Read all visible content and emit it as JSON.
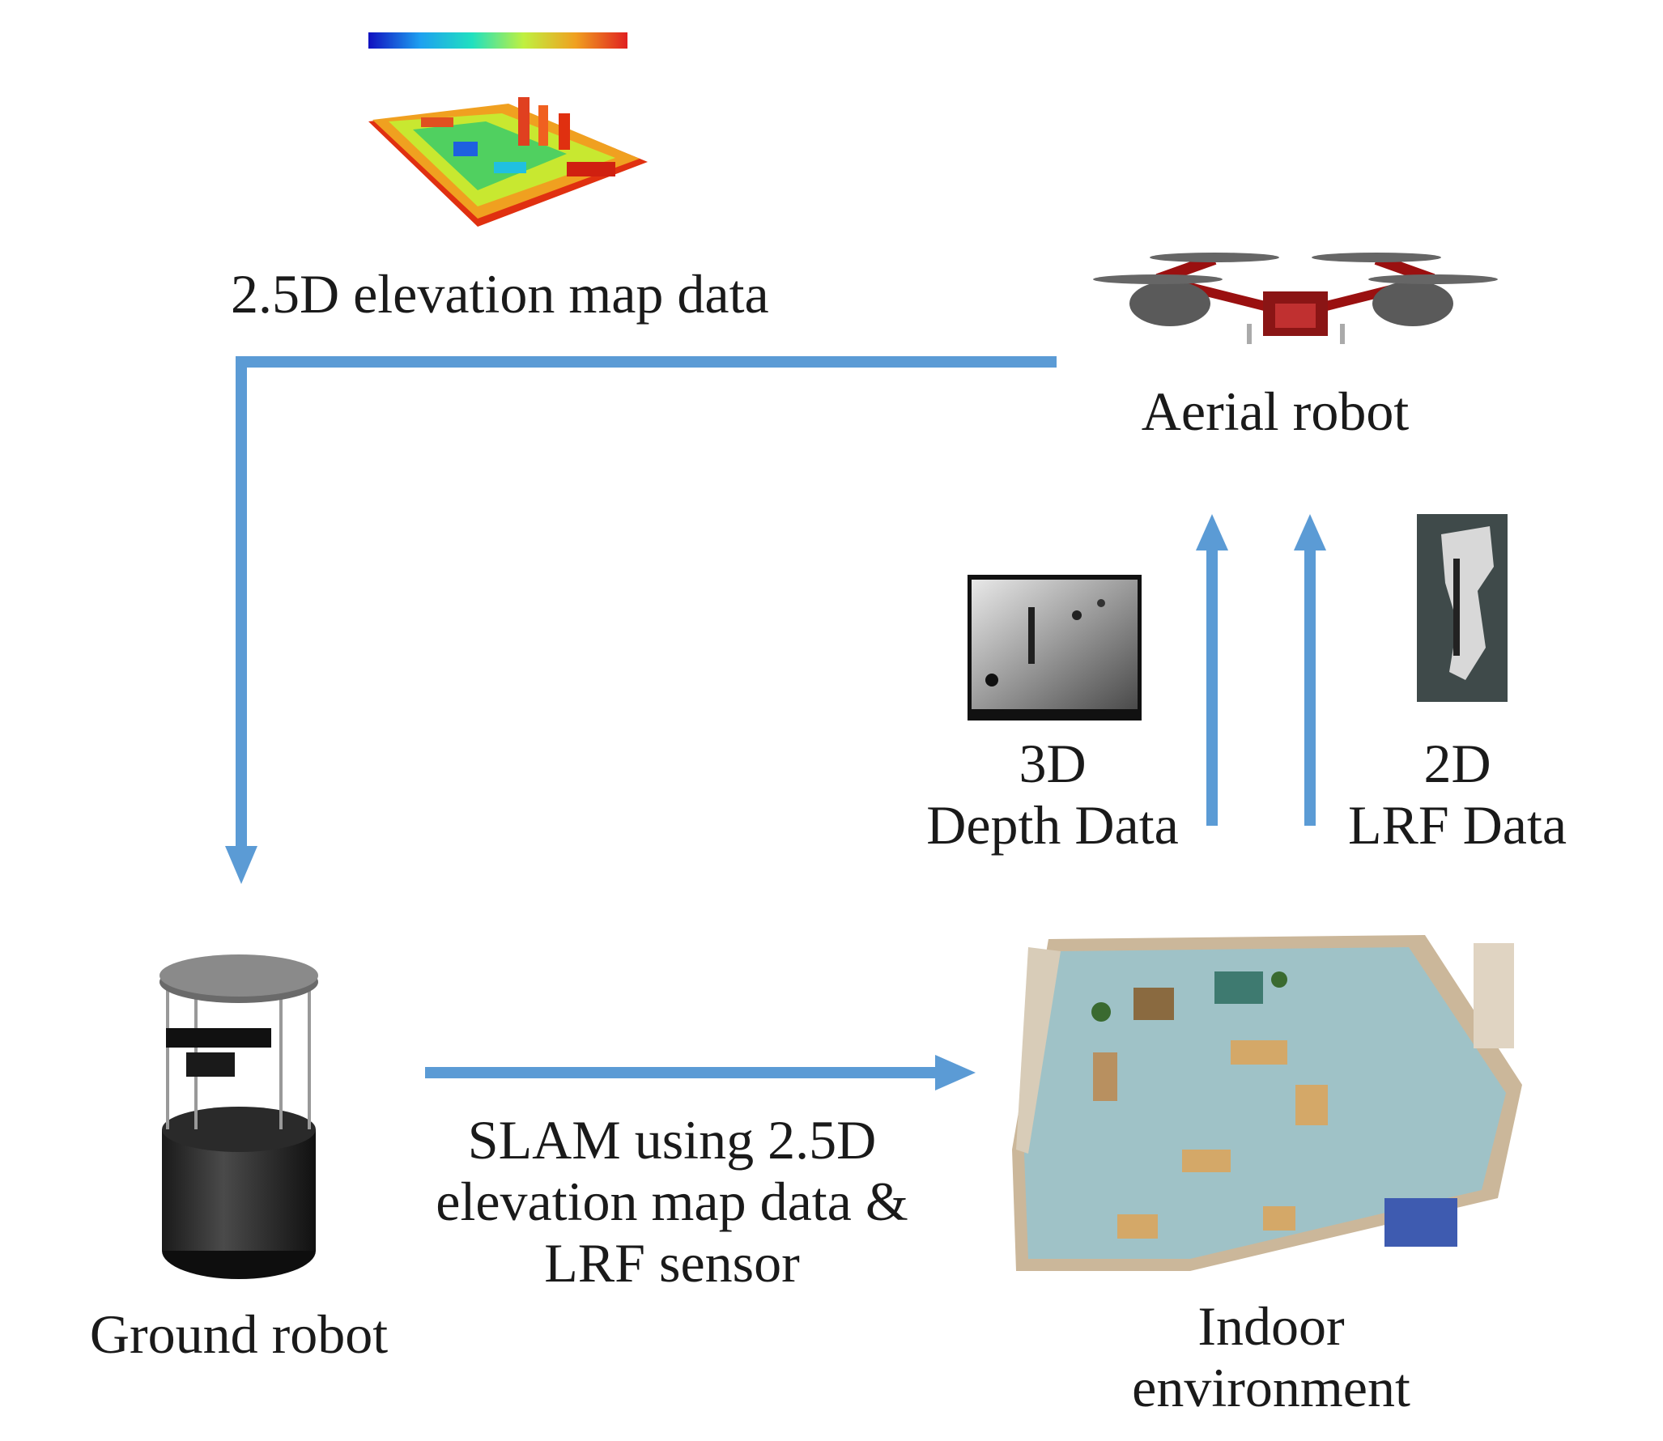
{
  "diagram": {
    "elevation_label": "2.5D elevation map data",
    "aerial_label": "Aerial robot",
    "depth_label_line1": "3D",
    "depth_label_line2": "Depth Data",
    "lrf_label_line1": "2D",
    "lrf_label_line2": "LRF Data",
    "ground_label": "Ground robot",
    "slam_label_line1": "SLAM using 2.5D",
    "slam_label_line2": "elevation map data &",
    "slam_label_line3": "LRF sensor",
    "indoor_label_line1": "Indoor",
    "indoor_label_line2": "environment"
  },
  "colors": {
    "arrow": "#5b9bd5",
    "text": "#1a1a1a"
  }
}
